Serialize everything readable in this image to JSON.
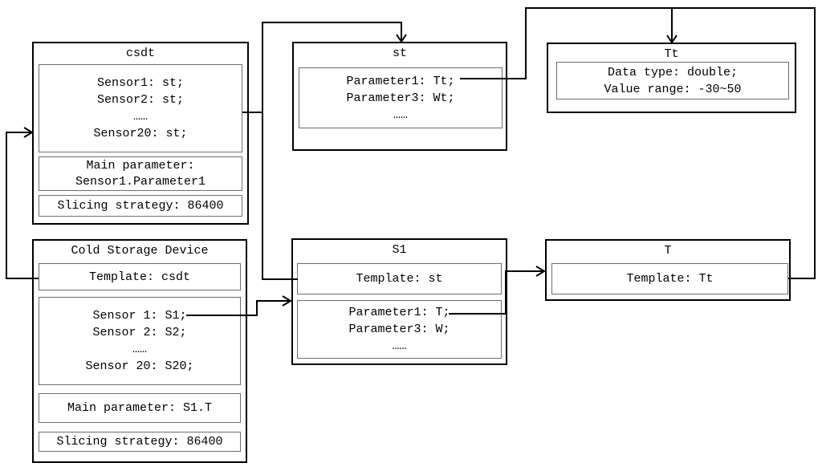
{
  "colors": {
    "background": "#ffffff",
    "outer_border": "#000000",
    "inner_border": "#6e6e6e",
    "line": "#000000"
  },
  "boxes": {
    "csdt": {
      "title": "csdt",
      "sensor_lines": [
        "Sensor1: st;",
        "Sensor2: st;",
        "……",
        "Sensor20: st;"
      ],
      "main_parameter_lines": [
        "Main parameter:",
        "Sensor1.Parameter1"
      ],
      "slicing_strategy": "Slicing strategy: 86400"
    },
    "st": {
      "title": "st",
      "parameter_lines": [
        "Parameter1: Tt;",
        "Parameter3: Wt;",
        "……"
      ]
    },
    "tt": {
      "title": "Tt",
      "field_lines": [
        "Data type: double;",
        "Value range: -30~50"
      ]
    },
    "cold_storage_device": {
      "title": "Cold Storage Device",
      "template": "Template: csdt",
      "sensor_lines": [
        "Sensor 1: S1;",
        "Sensor 2: S2;",
        "……",
        "Sensor 20: S20;"
      ],
      "main_parameter": "Main parameter: S1.T",
      "slicing_strategy": "Slicing strategy: 86400"
    },
    "s1": {
      "title": "S1",
      "template": "Template: st",
      "parameter_lines": [
        "Parameter1: T;",
        "Parameter3: W;",
        "……"
      ]
    },
    "t": {
      "title": "T",
      "template": "Template: Tt"
    }
  },
  "connections": [
    {
      "from": "cold_storage_device.template",
      "to": "csdt",
      "arrow": "into csdt left edge"
    },
    {
      "from": "csdt.sensor_lines",
      "to": "st",
      "arrow": "into st top edge"
    },
    {
      "from": "s1.template",
      "to": "st",
      "arrow": "into st top edge (shared)"
    },
    {
      "from": "cold_storage_device.sensor_1",
      "to": "s1",
      "arrow": "into S1 left edge"
    },
    {
      "from": "st.parameter1",
      "to": "tt",
      "arrow": "into Tt top edge"
    },
    {
      "from": "t.template",
      "to": "tt",
      "arrow": "into Tt top edge (shared)"
    },
    {
      "from": "s1.parameter1",
      "to": "t",
      "arrow": "into T left edge"
    }
  ]
}
